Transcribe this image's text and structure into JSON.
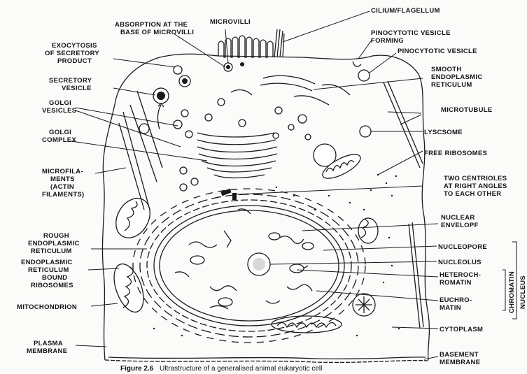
{
  "figure": {
    "caption_bold": "Figure 2.6",
    "caption_text": "Ultrastructure of a generalised animal eukaryotic cell"
  },
  "labels": {
    "microvilli": "MICROVILLI",
    "cilium_flagellum": "CILIUM/FLAGELLUM",
    "absorption": [
      "ABSORPTION AT THE",
      "BASE OF MICROVILLI"
    ],
    "exocytosis": [
      "EXOCYTOSIS",
      "OF SECRETORY",
      "PRODUCT"
    ],
    "pinocytotic_forming": [
      "PINOCYTOTIC VESICLE",
      "FORMING"
    ],
    "pinocytotic_vesicle": "PINOCYTOTIC VESICLE",
    "secretory_vesicle": [
      "SECRETORY",
      "VESICLE"
    ],
    "smooth_er": [
      "SMOOTH",
      "ENDOPLASMIC",
      "RETICULUM"
    ],
    "golgi_vesicles": [
      "GOLGI",
      "VESICLES"
    ],
    "microtubule": "MICROTUBULE",
    "golgi_complex": [
      "GOLGI",
      "COMPLEX"
    ],
    "lysosome": "LYSCSOME",
    "free_ribosomes": "FREE RIBOSOMES",
    "microfilaments": [
      "MICROFILA-",
      "MENTS",
      "(ACTIN",
      "FILAMENTS)"
    ],
    "two_centrioles": [
      "TWO CENTRIOLES",
      "AT RIGHT ANGLES",
      "TO EACH OTHER"
    ],
    "rough_er": [
      "ROUGH",
      "ENDOPLASMIC",
      "RETICULUM"
    ],
    "nuclear_envelope": [
      "NUCLEAR",
      "ENVELOPF"
    ],
    "er_bound_ribosomes": [
      "ENDOPLASMIC",
      "RETICULUM",
      "BOUND",
      "RIBOSOMES"
    ],
    "nucleopore": "NUCLEOPORE",
    "nucleolus": "NUCLEOLUS",
    "heterochromatin": [
      "HETEROCH-",
      "ROMATIN"
    ],
    "mitochondrion": "MITOCHONDRION",
    "euchromatin": [
      "EUCHRO-",
      "MATIN"
    ],
    "chromatin_bracket": "CHROMATIN",
    "nucleus_bracket": "NUCLEUS",
    "cytoplasm": "CYTOPLASM",
    "plasma_membrane": [
      "PLASMA",
      "MEMBRANE"
    ],
    "basement_membrane": [
      "BASEMENT",
      "MEMBRANE"
    ]
  }
}
